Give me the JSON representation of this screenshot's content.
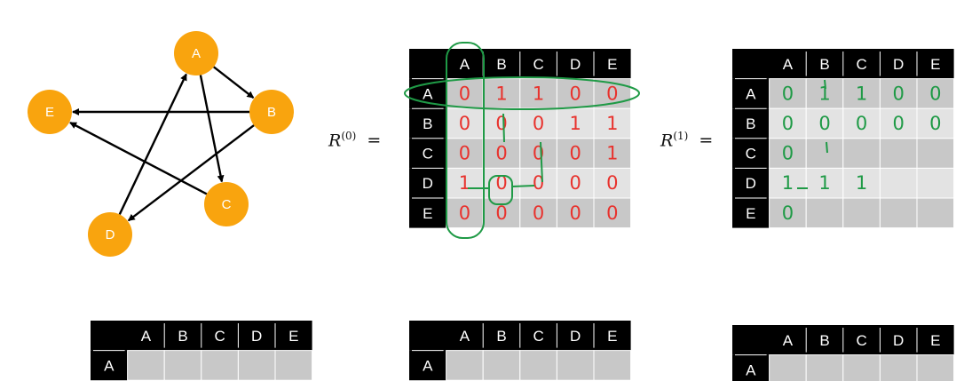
{
  "graph": {
    "nodes": [
      {
        "id": "A",
        "label": "A"
      },
      {
        "id": "B",
        "label": "B"
      },
      {
        "id": "C",
        "label": "C"
      },
      {
        "id": "D",
        "label": "D"
      },
      {
        "id": "E",
        "label": "E"
      }
    ],
    "edges": [
      {
        "from": "A",
        "to": "B"
      },
      {
        "from": "A",
        "to": "C"
      },
      {
        "from": "B",
        "to": "E"
      },
      {
        "from": "B",
        "to": "D"
      },
      {
        "from": "C",
        "to": "E"
      },
      {
        "from": "D",
        "to": "A"
      }
    ],
    "node_color": "#f9a40e",
    "edge_color": "#000000"
  },
  "equations": {
    "r0_base": "R",
    "r0_sup": "(0)",
    "r1_base": "R",
    "r1_sup": "(1)",
    "equals": "="
  },
  "matrix_headers": [
    "A",
    "B",
    "C",
    "D",
    "E"
  ],
  "matrices": {
    "r0": {
      "rows": [
        "A",
        "B",
        "C",
        "D",
        "E"
      ],
      "annotations": [
        [
          "0",
          "1",
          "1",
          "0",
          "0"
        ],
        [
          "0",
          "0",
          "0",
          "1",
          "1"
        ],
        [
          "0",
          "0",
          "0",
          "0",
          "1"
        ],
        [
          "1",
          "0",
          "0",
          "0",
          "0"
        ],
        [
          "0",
          "0",
          "0",
          "0",
          "0"
        ]
      ]
    },
    "r1": {
      "rows": [
        "A",
        "B",
        "C",
        "D",
        "E"
      ],
      "annotations": [
        [
          "0",
          "1",
          "1",
          "0",
          "0"
        ],
        [
          "0",
          "0",
          "0",
          "0",
          "0"
        ],
        [
          "0",
          "",
          "",
          "",
          ""
        ],
        [
          "1",
          "1",
          "1",
          "",
          ""
        ],
        [
          "0",
          "",
          "",
          "",
          ""
        ]
      ]
    },
    "bottom_rows": [
      "A"
    ]
  },
  "colors": {
    "header_bg": "#000000",
    "header_text": "#ffffff",
    "cell_dark": "#c8c8c8",
    "cell_light": "#e3e3e3",
    "red_ink": "#e8322d",
    "green_ink": "#1f9a46"
  }
}
